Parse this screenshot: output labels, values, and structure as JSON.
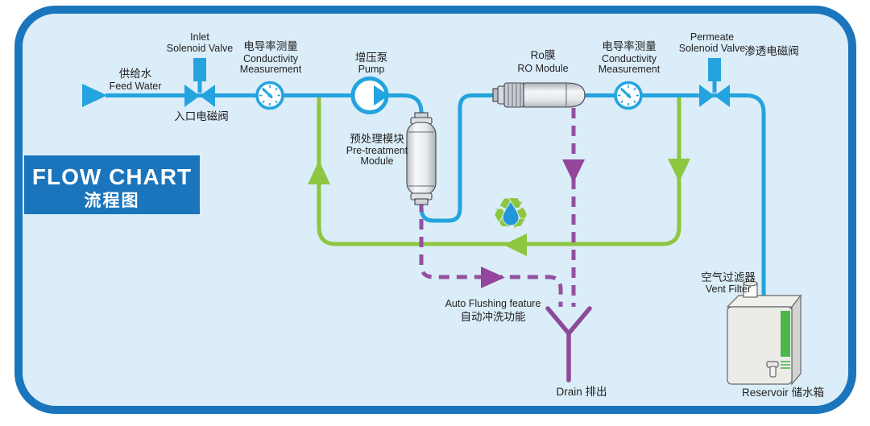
{
  "title": {
    "en": "FLOW CHART",
    "cn": "流程图"
  },
  "labels": {
    "feed_water": {
      "cn": "供给水",
      "en": "Feed Water"
    },
    "inlet_valve": {
      "en1": "Inlet",
      "en2": "Solenoid Valve",
      "cn": "入口电磁阀"
    },
    "conductivity1": {
      "cn": "电导率测量",
      "en1": "Conductivity",
      "en2": "Measurement"
    },
    "pump": {
      "cn": "增压泵",
      "en": "Pump"
    },
    "pretreatment": {
      "cn": "预处理模块",
      "en1": "Pre-treatment",
      "en2": "Module"
    },
    "ro_module": {
      "cn": "Ro膜",
      "en": "RO Module"
    },
    "conductivity2": {
      "cn": "电导率测量",
      "en1": "Conductivity",
      "en2": "Measurement"
    },
    "permeate_valve": {
      "en1": "Permeate",
      "en2": "Solenoid Valve",
      "cn": "渗透电磁阀"
    },
    "vent_filter": {
      "cn": "空气过滤器",
      "en": "Vent Filter"
    },
    "reservoir": {
      "text": "Reservoir  储水箱"
    },
    "auto_flush": {
      "en": "Auto Flushing feature",
      "cn": "自动冲洗功能"
    },
    "drain": {
      "text": "Drain  排出"
    }
  },
  "icons": [
    "feed-arrow-icon",
    "inlet-solenoid-valve-icon",
    "conductivity-gauge-icon",
    "pump-icon",
    "pretreatment-module-icon",
    "ro-module-icon",
    "permeate-solenoid-valve-icon",
    "recycle-icon",
    "water-drop-icon",
    "vent-filter-icon",
    "reservoir-tank-icon",
    "drain-funnel-icon"
  ],
  "colors": {
    "pipe_blue": "#24a4de",
    "dark_blue": "#1b75bc",
    "recirculation_green": "#8dc63f",
    "flush_purple": "#9351a0",
    "tank_level_green": "#4cb648",
    "panel_background": "#daedf8"
  }
}
